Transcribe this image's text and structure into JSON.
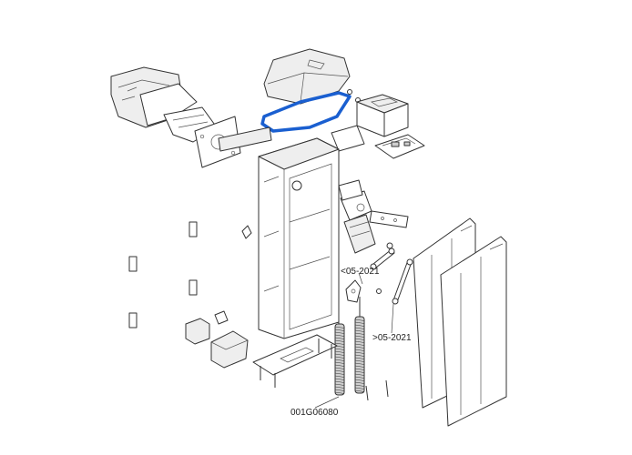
{
  "callouts": {
    "before_revision": "<05-2021",
    "after_revision": ">05-2021",
    "part_code": "001G06080"
  },
  "colors": {
    "highlight": "#1a5fd0",
    "line": "#333333",
    "background": "#ffffff"
  }
}
